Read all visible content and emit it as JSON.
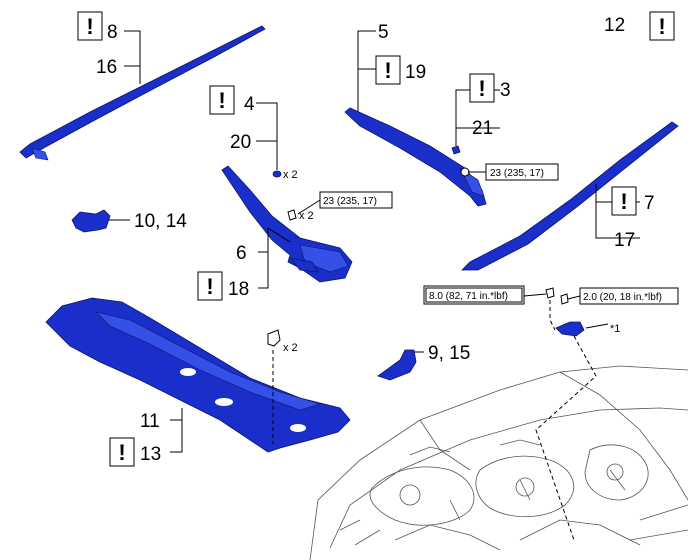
{
  "callouts": {
    "c8": "8",
    "c16": "16",
    "c4": "4",
    "c20": "20",
    "c5": "5",
    "c19": "19",
    "c3": "3",
    "c21": "21",
    "c12": "12",
    "c7": "7",
    "c17": "17",
    "c10_14": "10, 14",
    "c6": "6",
    "c18": "18",
    "c9_15": "9, 15",
    "c11": "11",
    "c13": "13"
  },
  "notice_symbol": "!",
  "quantity": {
    "q_x2": "x 2"
  },
  "torques": {
    "t_upper": "23 (235, 17)",
    "t_mid": "23 (235, 17)",
    "t_bolt_a": "8.0 (82, 71 in.*lbf)",
    "t_bolt_b": "2.0 (20, 18 in.*lbf)"
  },
  "reference_mark": "*1",
  "colors": {
    "part_blue": "#1a2fc9",
    "outline": "#000000",
    "background": "#ffffff"
  }
}
